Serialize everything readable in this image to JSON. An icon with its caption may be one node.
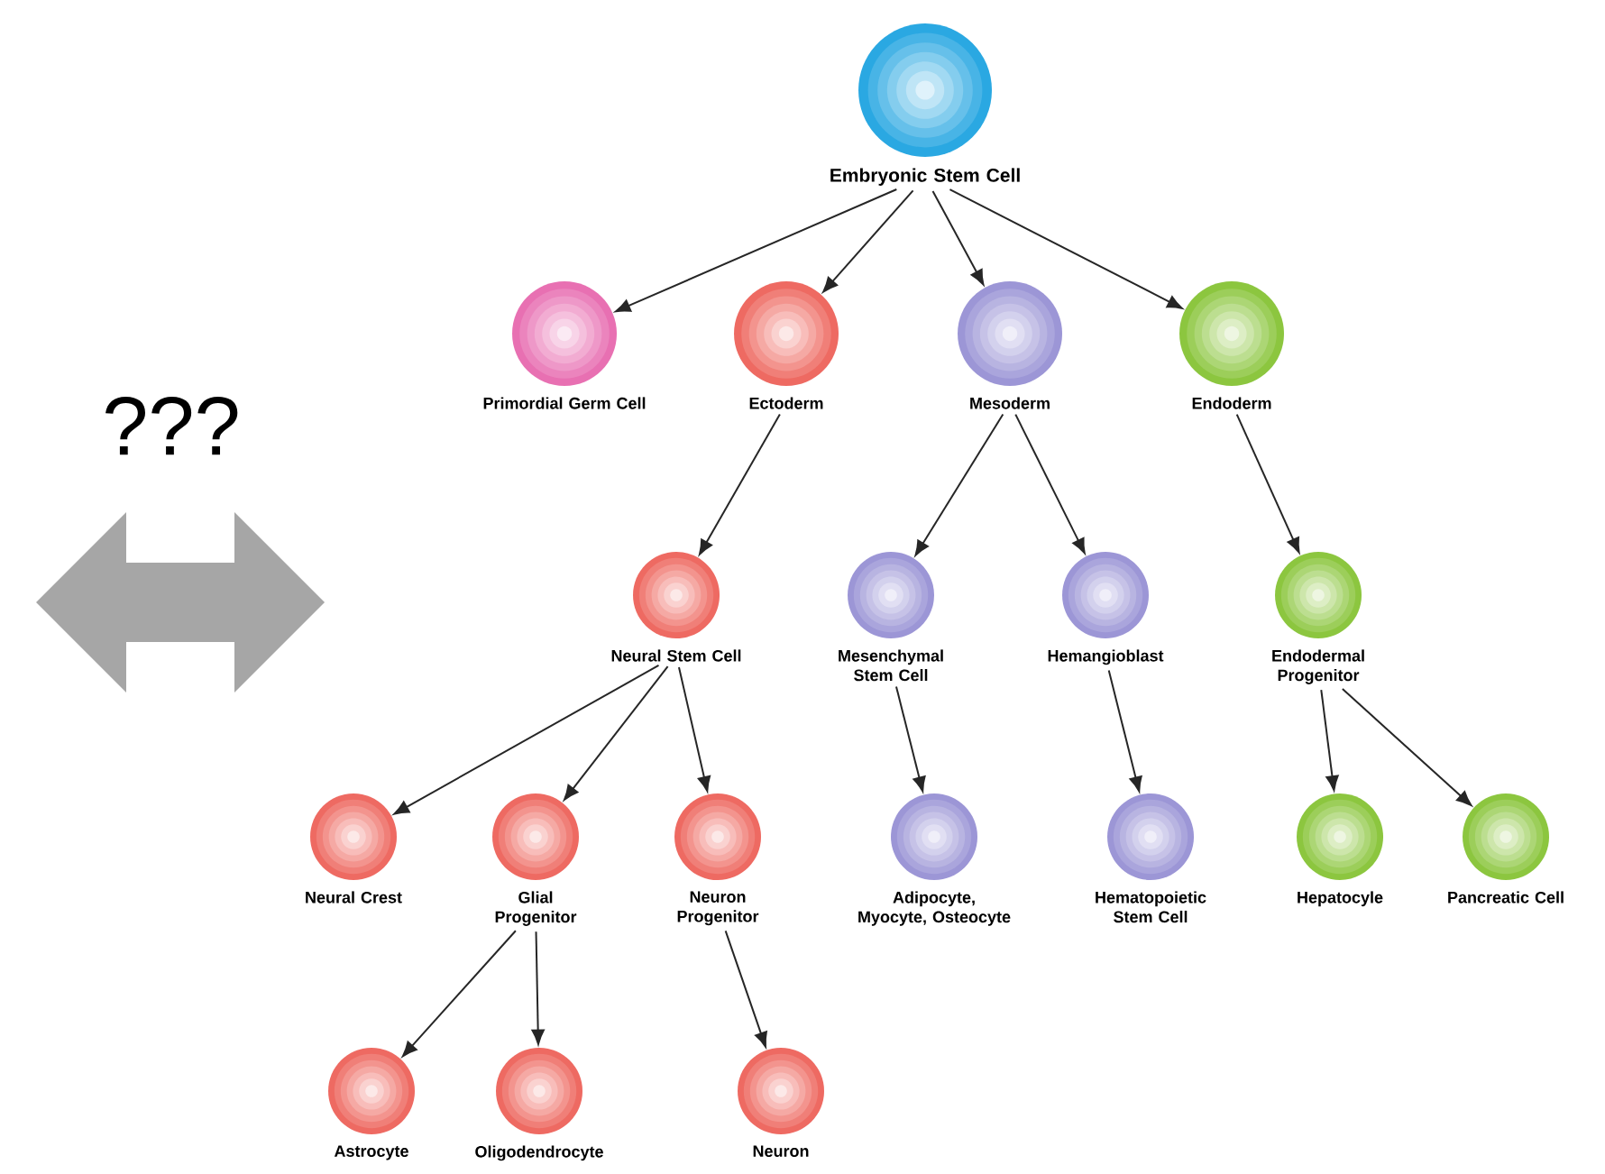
{
  "diagram": {
    "nodes": [
      {
        "text": [
          "Embryonic Stem Cell"
        ]
      },
      {
        "text": [
          "Primordial Germ Cell"
        ]
      },
      {
        "text": [
          "Ectoderm"
        ]
      },
      {
        "text": [
          "Mesoderm"
        ]
      },
      {
        "text": [
          "Endoderm"
        ]
      },
      {
        "text": [
          "Neural Stem Cell"
        ]
      },
      {
        "text": [
          "Mesenchymal Stem Cell"
        ]
      },
      {
        "text": [
          "Hemangioblast"
        ]
      },
      {
        "text": [
          "Endodermal Progenitor"
        ]
      },
      {
        "text": [
          "Neural Crest"
        ]
      },
      {
        "text": [
          "Glial Progenitor"
        ]
      },
      {
        "text": [
          "Neuron Progenitor"
        ]
      },
      {
        "text": [
          "Adipocyte, Myocyte, Osteocyte"
        ]
      },
      {
        "text": [
          "Hematopoietic Stem Cell"
        ]
      },
      {
        "text": [
          "Hepatocyle"
        ]
      },
      {
        "text": [
          "Pancreatic Cell"
        ]
      },
      {
        "text": [
          "Astrocyte"
        ]
      },
      {
        "text": [
          "Oligodendrocyte"
        ]
      },
      {
        "text": [
          "Neuron"
        ]
      }
    ],
    "edges": [
      {
        "from": 0,
        "to": 1,
        "arrow": "to"
      },
      {
        "from": 0,
        "to": 2,
        "arrow": "to"
      },
      {
        "from": 0,
        "to": 3,
        "arrow": "to"
      },
      {
        "from": 0,
        "to": 4,
        "arrow": "to"
      },
      {
        "from": 2,
        "to": 5,
        "arrow": "to"
      },
      {
        "from": 3,
        "to": 6,
        "arrow": "to"
      },
      {
        "from": 3,
        "to": 7,
        "arrow": "to"
      },
      {
        "from": 4,
        "to": 8,
        "arrow": "to"
      },
      {
        "from": 5,
        "to": 9,
        "arrow": "to"
      },
      {
        "from": 5,
        "to": 10,
        "arrow": "to"
      },
      {
        "from": 5,
        "to": 11,
        "arrow": "to"
      },
      {
        "from": 6,
        "to": 12,
        "arrow": "to"
      },
      {
        "from": 7,
        "to": 13,
        "arrow": "to"
      },
      {
        "from": 8,
        "to": 14,
        "arrow": "to"
      },
      {
        "from": 8,
        "to": 15,
        "arrow": "to"
      },
      {
        "from": 10,
        "to": 16,
        "arrow": "to"
      },
      {
        "from": 10,
        "to": 17,
        "arrow": "to"
      },
      {
        "from": 11,
        "to": 18,
        "arrow": "to"
      }
    ],
    "labels": [
      "???"
    ]
  }
}
